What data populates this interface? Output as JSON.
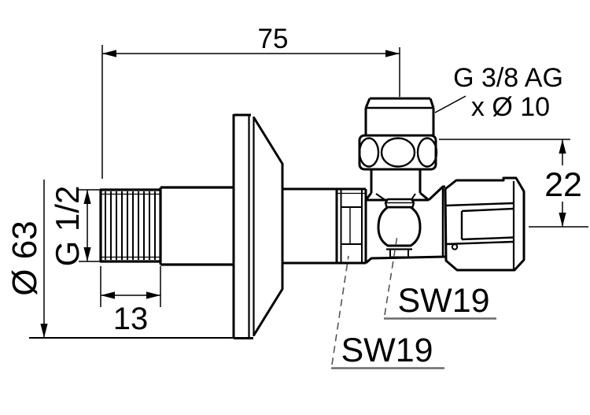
{
  "colors": {
    "background": "#ffffff",
    "line": "#000000",
    "underline": "#6a6a6a"
  },
  "labels": {
    "dim_width": "75",
    "outlet_thread_line1": "G 3/8 AG",
    "outlet_thread_line2": "x Ø 10",
    "dim_height": "22",
    "inlet_thread": "G 1/2",
    "flange_diameter": "Ø 63",
    "dim_thread_length": "13",
    "wrench_spindle": "SW19",
    "wrench_body": "SW19"
  }
}
